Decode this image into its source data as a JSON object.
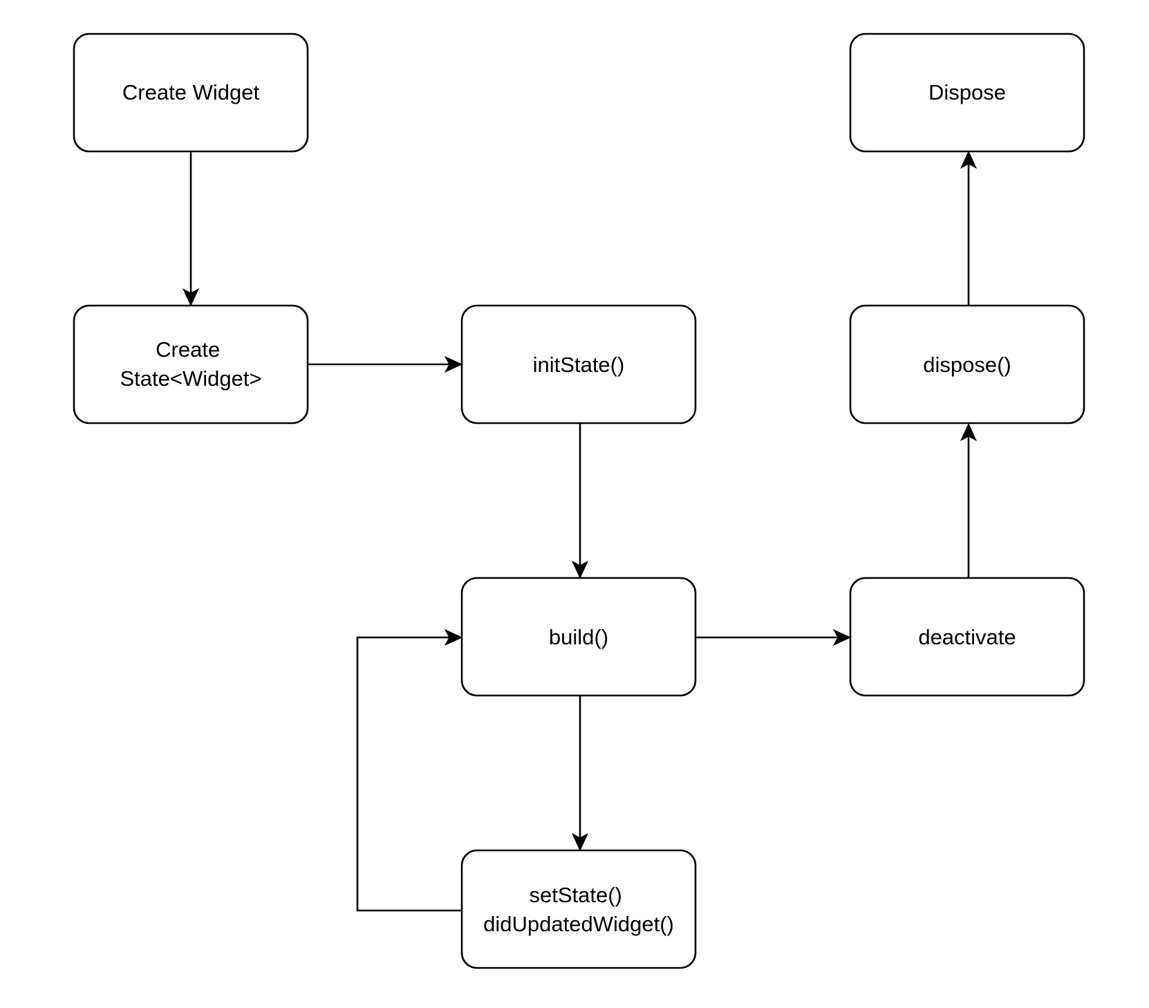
{
  "diagram": {
    "nodes": {
      "create_widget": {
        "lines": [
          "Create Widget"
        ]
      },
      "create_state": {
        "lines": [
          "Create",
          "State<Widget>"
        ]
      },
      "init_state": {
        "lines": [
          "initState()"
        ]
      },
      "build": {
        "lines": [
          "build()"
        ]
      },
      "set_state": {
        "lines": [
          "setState()",
          "didUpdatedWidget()"
        ]
      },
      "deactivate": {
        "lines": [
          "deactivate"
        ]
      },
      "dispose_method": {
        "lines": [
          "dispose()"
        ]
      },
      "dispose": {
        "lines": [
          "Dispose"
        ]
      }
    },
    "edges": [
      {
        "from": "create_widget",
        "to": "create_state"
      },
      {
        "from": "create_state",
        "to": "init_state"
      },
      {
        "from": "init_state",
        "to": "build"
      },
      {
        "from": "build",
        "to": "set_state"
      },
      {
        "from": "set_state",
        "to": "build"
      },
      {
        "from": "build",
        "to": "deactivate"
      },
      {
        "from": "deactivate",
        "to": "dispose_method"
      },
      {
        "from": "dispose_method",
        "to": "dispose"
      }
    ]
  }
}
